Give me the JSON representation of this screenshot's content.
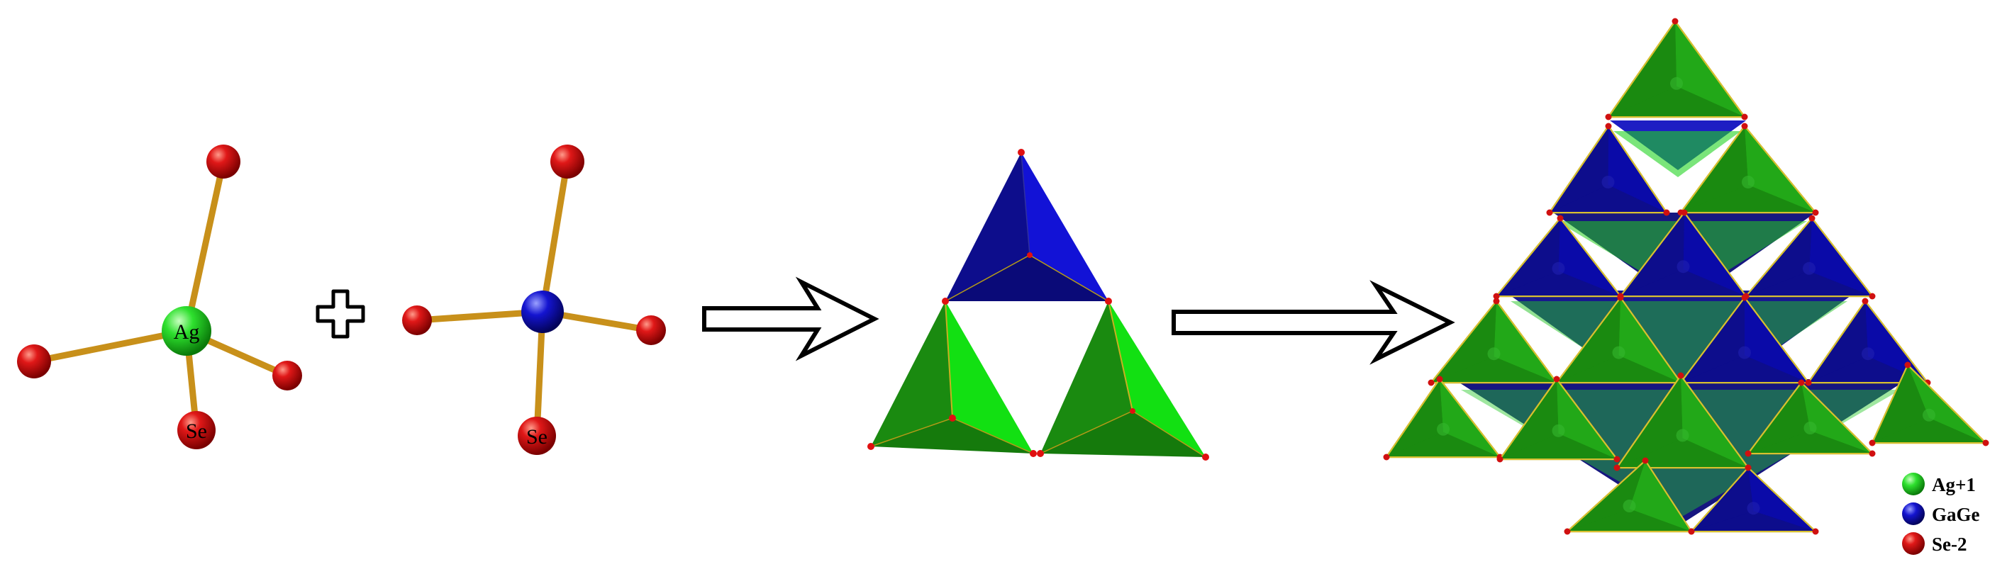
{
  "figure": {
    "left_unit": {
      "center_atom_label": "Ag",
      "bottom_atom_label": "Se"
    },
    "plus_symbol": "+",
    "middle_unit": {
      "bottom_atom_label": "Se"
    },
    "colors": {
      "ag_green": "#28d428",
      "gage_blue": "#0a0aa0",
      "se_red": "#d01010",
      "bond_gold": "#c8901a",
      "tet_green_dark": "#1a8a10",
      "tet_green_light": "#12e012",
      "tet_blue_dark": "#0d0d8c",
      "tet_blue_light": "#1212d6"
    },
    "legend": {
      "items": [
        {
          "label": "Ag+1",
          "color": "#22dd22",
          "icon": "green-sphere-icon"
        },
        {
          "label": "GaGe",
          "color": "#1010c8",
          "icon": "blue-sphere-icon"
        },
        {
          "label": "Se-2",
          "color": "#d41010",
          "icon": "red-sphere-icon"
        }
      ]
    }
  }
}
